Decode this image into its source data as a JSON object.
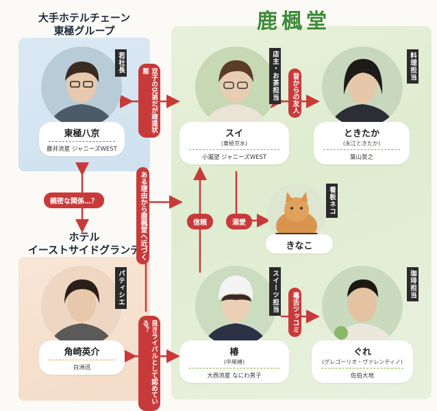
{
  "title": "鹿楓堂",
  "groups": {
    "tokyoku": {
      "line1": "大手ホテルチェーン",
      "line2": "東極グループ"
    },
    "hotel": {
      "line1": "ホテル",
      "line2": "イーストサイドグランデ"
    }
  },
  "characters": {
    "yakyo": {
      "role": "若社長",
      "name": "東極八京",
      "reading": "",
      "actor": "藤井流星 ジャニーズWEST"
    },
    "sui": {
      "role": "店主・お茶担当",
      "name": "スイ",
      "reading": "(東極京水)",
      "actor": "小瀧望 ジャニーズWEST"
    },
    "tokitaka": {
      "role": "料理担当",
      "name": "ときたか",
      "reading": "(永江ときたか)",
      "actor": "葉山奨之"
    },
    "kinako": {
      "role": "看板ネコ",
      "name": "きなこ"
    },
    "kadosaki": {
      "role": "パティシエ",
      "name": "角崎英介",
      "reading": "",
      "actor": "白洲迅"
    },
    "tsubaki": {
      "role": "スイーツ担当",
      "name": "椿",
      "reading": "(中尾椿)",
      "actor": "大西流星 なにわ男子"
    },
    "gure": {
      "role": "珈琲担当",
      "name": "ぐれ",
      "reading": "(グレゴーリオ・ヴァレンティノ)",
      "actor": "佐伯大地"
    }
  },
  "relations": {
    "brothers": "双子の兄弟だが疎遠状態",
    "friends": "昔からの友人",
    "close": "親密な関係…？",
    "reason": "ある理由から鹿楓堂へ近づく",
    "trust": "信頼",
    "dote": "溺愛",
    "tongue": "毒舌ツッコミ",
    "rival": "良きライバルとして認めている？"
  },
  "colors": {
    "accent_red": "#c83a3a",
    "title_green": "#3d8a38",
    "line_blue": "#4a86c6",
    "line_green": "#8ab23a",
    "line_orange": "#e0a030"
  }
}
